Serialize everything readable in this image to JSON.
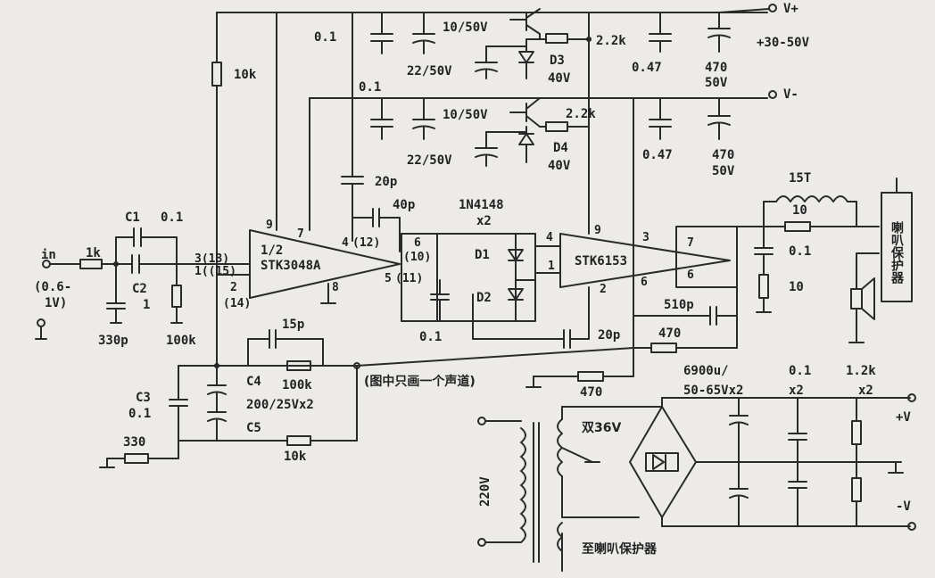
{
  "rails": {
    "vplus": "V+",
    "vminus": "V-",
    "supply_range": "+30-50V"
  },
  "components": {
    "r_10k_feed": "10k",
    "c_01_top": "0.1",
    "c_01_mid": "0.1",
    "c_10_50_top": "10/50V",
    "c_10_50_bot": "10/50V",
    "c_22_50_top": "22/50V",
    "c_22_50_bot": "22/50V",
    "d3": "D3",
    "d3_v": "40V",
    "d4": "D4",
    "d4_v": "40V",
    "r_2k2_top": "2.2k",
    "r_2k2_bot": "2.2k",
    "c_047_top": "0.47",
    "c_047_bot": "0.47",
    "c_470_top": "470",
    "c_470_top_v": "50V",
    "c_470_bot": "470",
    "c_470_bot_v": "50V",
    "c_20p_top": "20p",
    "c_40p": "40p",
    "diode_part": "1N4148",
    "diode_qty": "x2",
    "d1": "D1",
    "d2": "D2",
    "c1": "C1",
    "c1_val": "0.1",
    "c2": "C2",
    "c2_val": "1",
    "r_in": "1k",
    "in_label": "in",
    "in_range_1": "(0.6-",
    "in_range_2": "1V)",
    "c_330p": "330p",
    "r_100k_in": "100k",
    "ic1_name_1": "1/2",
    "ic1_name_2": "STK3048A",
    "ic2_name": "STK6153",
    "pin_9a": "9",
    "pin_7a": "7",
    "pin_4a": "4",
    "pin_12": "(12)",
    "pin_6a": "6",
    "pin_10": "(10)",
    "pin_5a": "5",
    "pin_11": "(11)",
    "pin_3_13": "3(13)",
    "pin_1_15": "1((15)",
    "pin_2": "2",
    "pin_14": "(14)",
    "pin_8a": "8",
    "ic2_pin_4": "4",
    "ic2_pin_1": "1",
    "ic2_pin_9": "9",
    "ic2_pin_3": "3",
    "ic2_pin_2": "2",
    "ic2_pin_6": "6",
    "out_pin_7": "7",
    "out_pin_6": "6",
    "c_01_bias": "0.1",
    "c_20p_bot": "20p",
    "c_510p": "510p",
    "r_470_a": "470",
    "r_470_b": "470",
    "coil": "15T",
    "r_10_coil": "10",
    "c_01_out": "0.1",
    "r_10_out": "10",
    "speaker_protector": "喇叭保护器",
    "c_15p": "15p",
    "c3": "C3",
    "c3_val": "0.1",
    "c4": "C4",
    "r_100k_fb": "100k",
    "c4_val": "200/25Vx2",
    "c5": "C5",
    "r_330": "330",
    "r_10k_bot": "10k",
    "note": "(图中只画一个声道)",
    "psu_cap": "6900u/",
    "psu_cap_v": "50-65Vx2",
    "psu_c01": "0.1",
    "psu_c01_qty": "x2",
    "psu_r": "1.2k",
    "psu_r_qty": "x2",
    "psu_vplus": "+V",
    "psu_vminus": "-V",
    "transformer_sec": "双36V",
    "mains": "220V",
    "to_protector": "至喇叭保护器"
  }
}
